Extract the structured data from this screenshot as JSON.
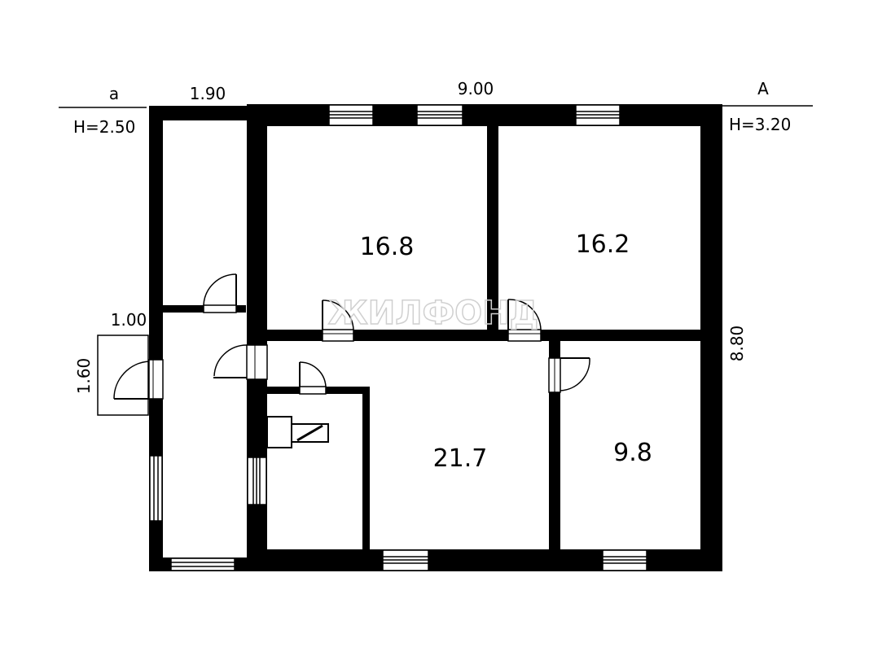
{
  "plan": {
    "rooms": [
      {
        "id": "room-1",
        "area": "16.8"
      },
      {
        "id": "room-2",
        "area": "16.2"
      },
      {
        "id": "room-3",
        "area": "21.7"
      },
      {
        "id": "room-4",
        "area": "9.8"
      }
    ],
    "dimensions": {
      "annex_width": "1.90",
      "main_width": "9.00",
      "main_depth": "8.80",
      "porch_width": "1.00",
      "porch_depth": "1.60"
    },
    "labels": {
      "annex_letter": "а",
      "annex_height": "Н=2.50",
      "main_letter": "А",
      "main_height": "Н=3.20"
    },
    "watermark": "ЖИЛФОНД"
  }
}
